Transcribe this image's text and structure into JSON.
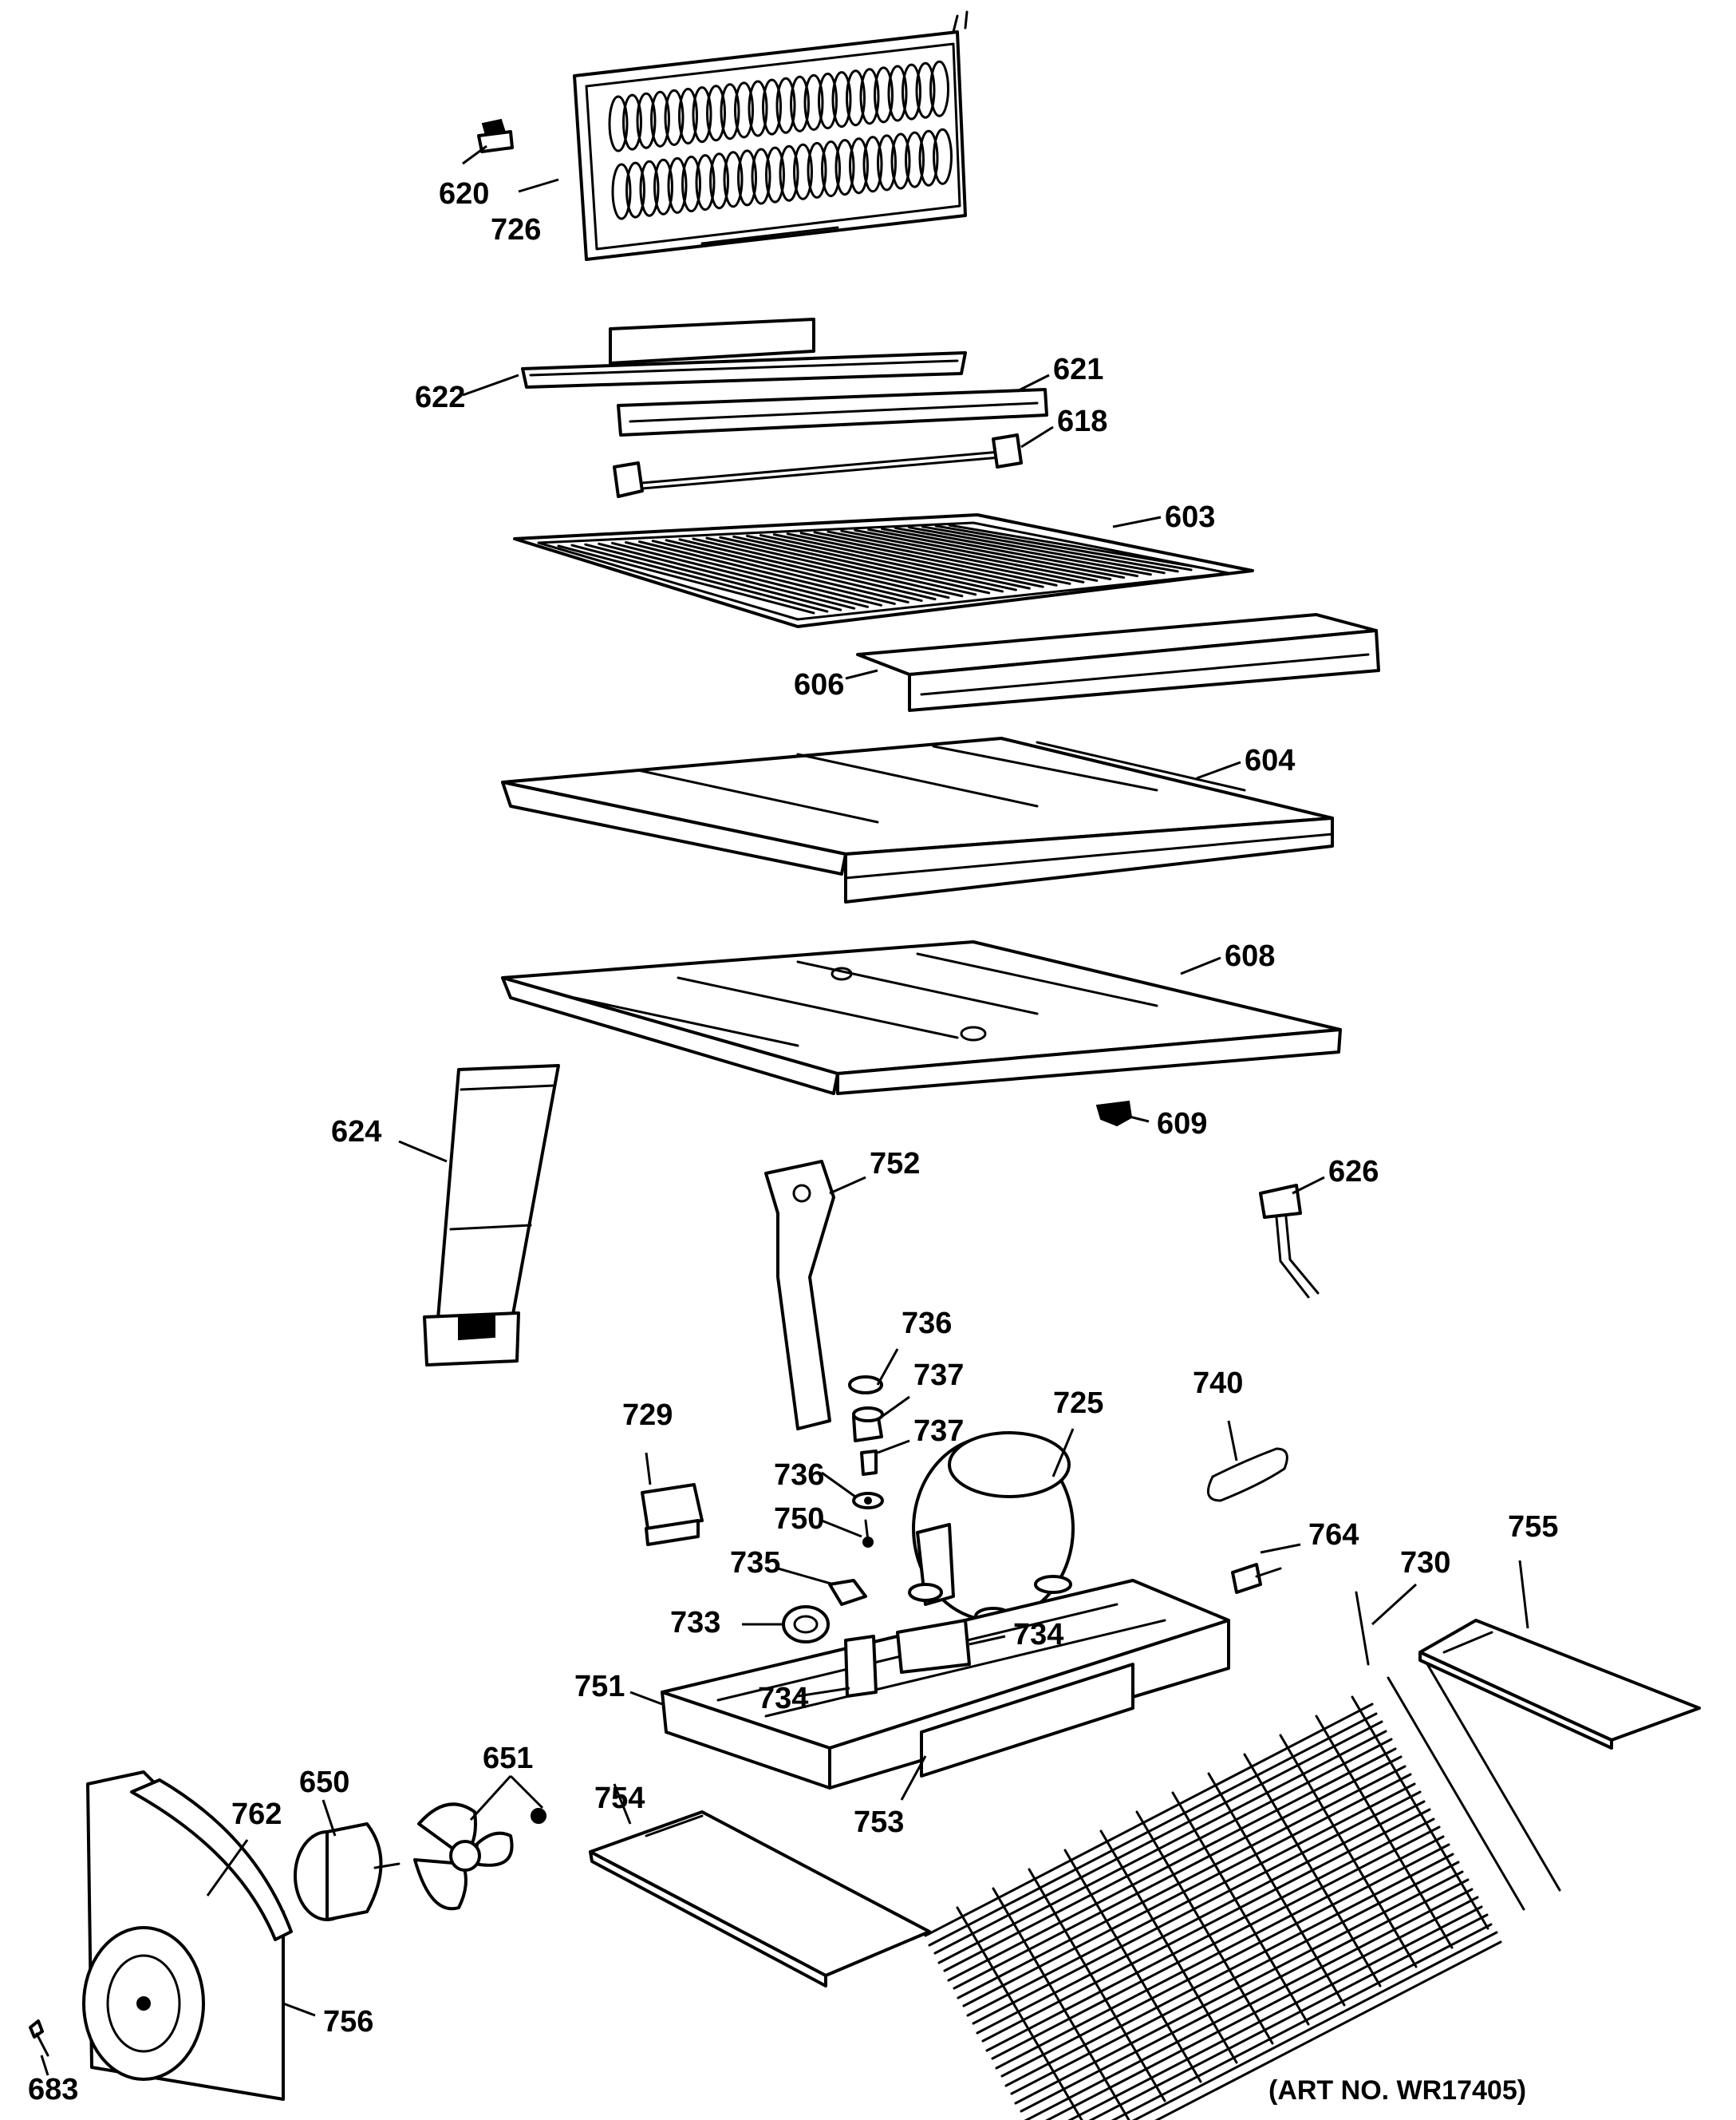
{
  "callouts": {
    "c726": "726",
    "c620": "620",
    "c622": "622",
    "c621": "621",
    "c618": "618",
    "c603": "603",
    "c606": "606",
    "c604": "604",
    "c608": "608",
    "c609": "609",
    "c624": "624",
    "c752": "752",
    "c626": "626",
    "c736a": "736",
    "c737a": "737",
    "c737b": "737",
    "c736b": "736",
    "c729": "729",
    "c725": "725",
    "c740": "740",
    "c750": "750",
    "c735": "735",
    "c764": "764",
    "c730": "730",
    "c755": "755",
    "c733": "733",
    "c734a": "734",
    "c734b": "734",
    "c751": "751",
    "c753": "753",
    "c754": "754",
    "c651": "651",
    "c762": "762",
    "c650": "650",
    "c756": "756",
    "c683": "683"
  },
  "art_number": "(ART NO. WR17405)"
}
